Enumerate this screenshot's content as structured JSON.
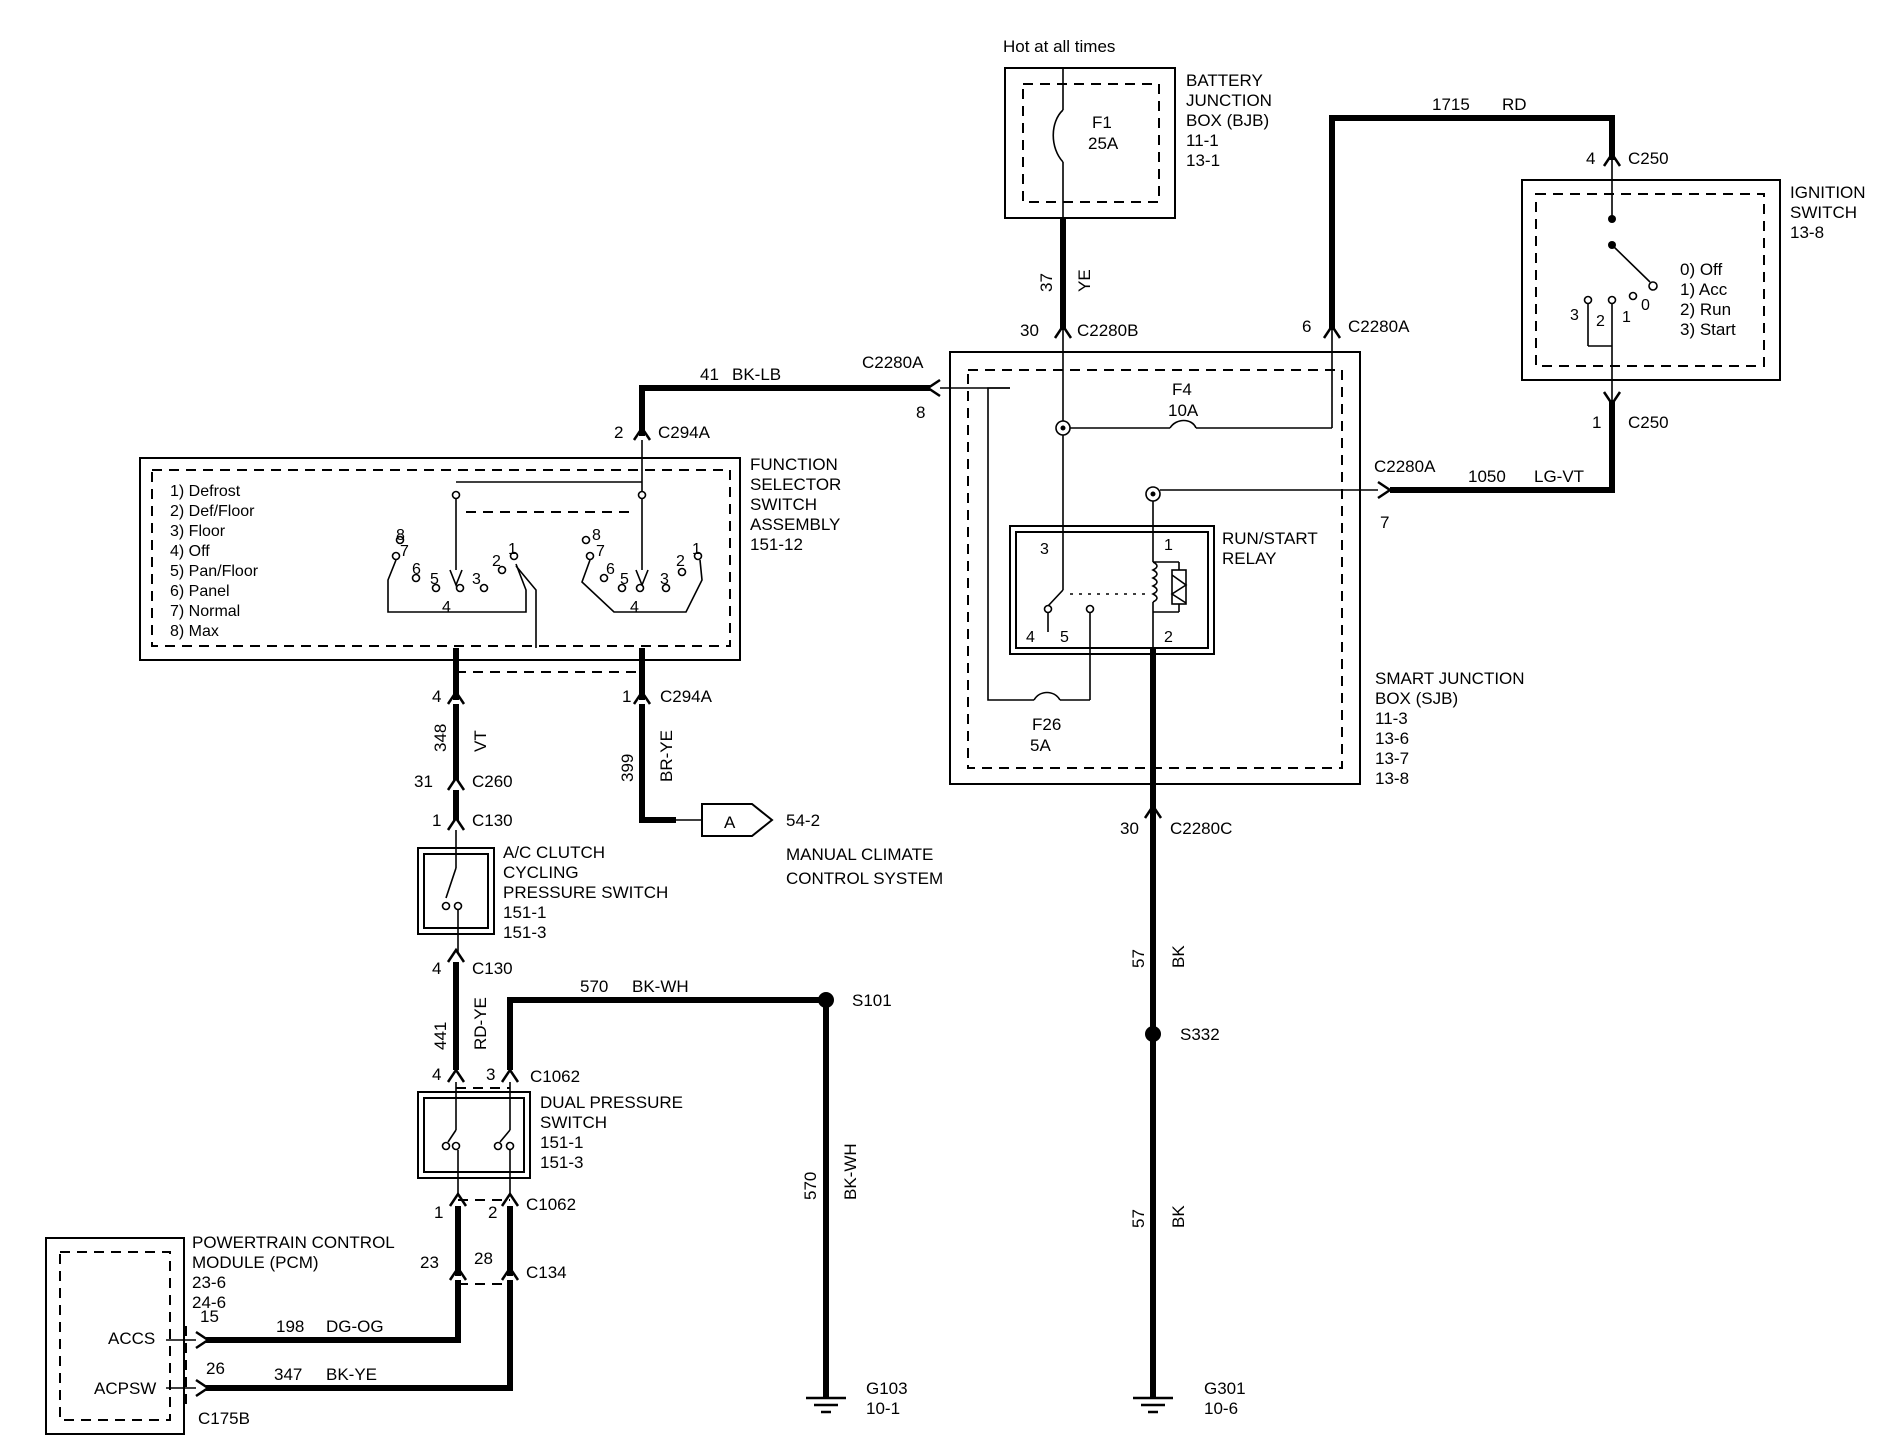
{
  "header_note": "Hot at all times",
  "bjb": {
    "title1": "BATTERY",
    "title2": "JUNCTION",
    "title3": "BOX (BJB)",
    "ref1": "11-1",
    "ref2": "13-1",
    "fuse_name": "F1",
    "fuse_amp": "25A"
  },
  "ignition": {
    "title1": "IGNITION",
    "title2": "SWITCH",
    "ref": "13-8",
    "pos0": "0) Off",
    "pos1": "1) Acc",
    "pos2": "2) Run",
    "pos3": "3) Start",
    "t3": "3",
    "t2": "2",
    "t1": "1",
    "t0": "0"
  },
  "sjb": {
    "title1": "SMART   JUNCTION",
    "title2": "BOX (SJB)",
    "ref1": "11-3",
    "ref2": "13-6",
    "ref3": "13-7",
    "ref4": "13-8",
    "f4_name": "F4",
    "f4_amp": "10A",
    "f26_name": "F26",
    "f26_amp": "5A"
  },
  "relay": {
    "title1": "RUN/START",
    "title2": "RELAY",
    "p1": "1",
    "p2": "2",
    "p3": "3",
    "p4": "4",
    "p5": "5"
  },
  "selector": {
    "title1": "FUNCTION",
    "title2": "SELECTOR",
    "title3": "SWITCH",
    "title4": "ASSEMBLY",
    "ref": "151-12",
    "modes": [
      "1) Defrost",
      "2) Def/Floor",
      "3) Floor",
      "4) Off",
      "5) Pan/Floor",
      "6) Panel",
      "7) Normal",
      "8) Max"
    ],
    "l8": "8",
    "l7": "7",
    "l6": "6",
    "l5": "5",
    "l4": "4",
    "l3": "3",
    "l2": "2",
    "l1": "1"
  },
  "acclutch": {
    "title1": "A/C CLUTCH",
    "title2": "CYCLING",
    "title3": "PRESSURE SWITCH",
    "ref1": "151-1",
    "ref2": "151-3"
  },
  "dual": {
    "title1": "DUAL   PRESSURE",
    "title2": "SWITCH",
    "ref1": "151-1",
    "ref2": "151-3"
  },
  "pcm": {
    "title1": "POWERTRAIN   CONTROL",
    "title2": "MODULE (PCM)",
    "ref1": "23-6",
    "ref2": "24-6",
    "accs": "ACCS",
    "acpsw": "ACPSW",
    "connector": "C175B",
    "pin15": "15",
    "pin26": "26"
  },
  "manual": {
    "tag": "A",
    "ref": "54-2",
    "title1": "MANUAL CLIMATE",
    "title2": "CONTROL SYSTEM"
  },
  "connectors": {
    "c2280b": "C2280B",
    "c2280b_pin": "30",
    "c2280a_top": "C2280A",
    "c2280a_top_pin": "6",
    "c2280a_left": "C2280A",
    "c2280a_left_pin": "8",
    "c2280a_right": "C2280A",
    "c2280a_right_pin": "7",
    "c2280c": "C2280C",
    "c2280c_pin": "30",
    "c250_top": "C250",
    "c250_top_pin": "4",
    "c250_bot": "C250",
    "c250_bot_pin": "1",
    "c294a_top": "C294A",
    "c294a_top_pin": "2",
    "c294a_bot": "C294A",
    "c294a_bot_pin": "1",
    "sel_pin4": "4",
    "c260": "C260",
    "c260_pin": "31",
    "c130_top": "C130",
    "c130_top_pin": "1",
    "c130_bot": "C130",
    "c130_bot_pin": "4",
    "c1062_top": "C1062",
    "c1062_top_pin4": "4",
    "c1062_top_pin3": "3",
    "c1062_bot": "C1062",
    "c1062_bot_pin1": "1",
    "c1062_bot_pin2": "2",
    "c134": "C134",
    "c134_pin23": "23",
    "c134_pin28": "28"
  },
  "wires": {
    "w37_num": "37",
    "w37_col": "YE",
    "w1715_num": "1715",
    "w1715_col": "RD",
    "w41_num": "41",
    "w41_col": "BK-LB",
    "w1050_num": "1050",
    "w1050_col": "LG-VT",
    "w348_num": "348",
    "w348_col": "VT",
    "w399_num": "399",
    "w399_col": "BR-YE",
    "w441_num": "441",
    "w441_col": "RD-YE",
    "w570a_num": "570",
    "w570a_col": "BK-WH",
    "w570b_num": "570",
    "w570b_col": "BK-WH",
    "w57a_num": "57",
    "w57a_col": "BK",
    "w57b_num": "57",
    "w57b_col": "BK",
    "w198_num": "198",
    "w198_col": "DG-OG",
    "w347_num": "347",
    "w347_col": "BK-YE"
  },
  "splices": {
    "s101": "S101",
    "s332": "S332"
  },
  "grounds": {
    "g103": "G103",
    "g103_ref": "10-1",
    "g301": "G301",
    "g301_ref": "10-6"
  }
}
